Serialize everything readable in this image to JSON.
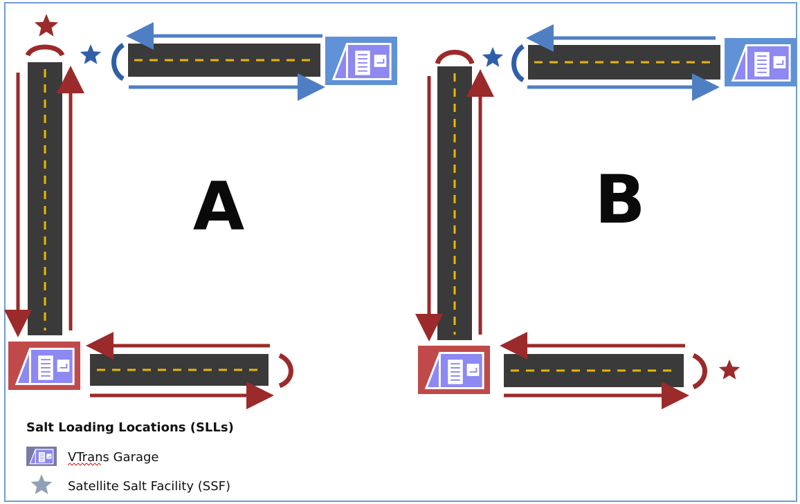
{
  "panels": [
    {
      "label": "A"
    },
    {
      "label": "B"
    }
  ],
  "legend": {
    "title": "Salt Loading Locations (SLLs)",
    "items": [
      {
        "icon": "garage-icon",
        "label": "VTrans Garage"
      },
      {
        "icon": "star-icon",
        "label": "Satellite Salt Facility (SSF)"
      }
    ]
  },
  "colors": {
    "road": "#3a3a3a",
    "lane_marking": "#e8b800",
    "route_red": "#9b2a2a",
    "route_blue": "#4f7fc3",
    "star_red": "#9b2a2a",
    "star_blue": "#2f5fa8",
    "garage_red_bg": "#c04a4a",
    "garage_blue_bg": "#5f92d6",
    "garage_body": "#8d88f2",
    "legend_star": "#8fa0b8",
    "frame_blue": "#6f9bd6"
  }
}
